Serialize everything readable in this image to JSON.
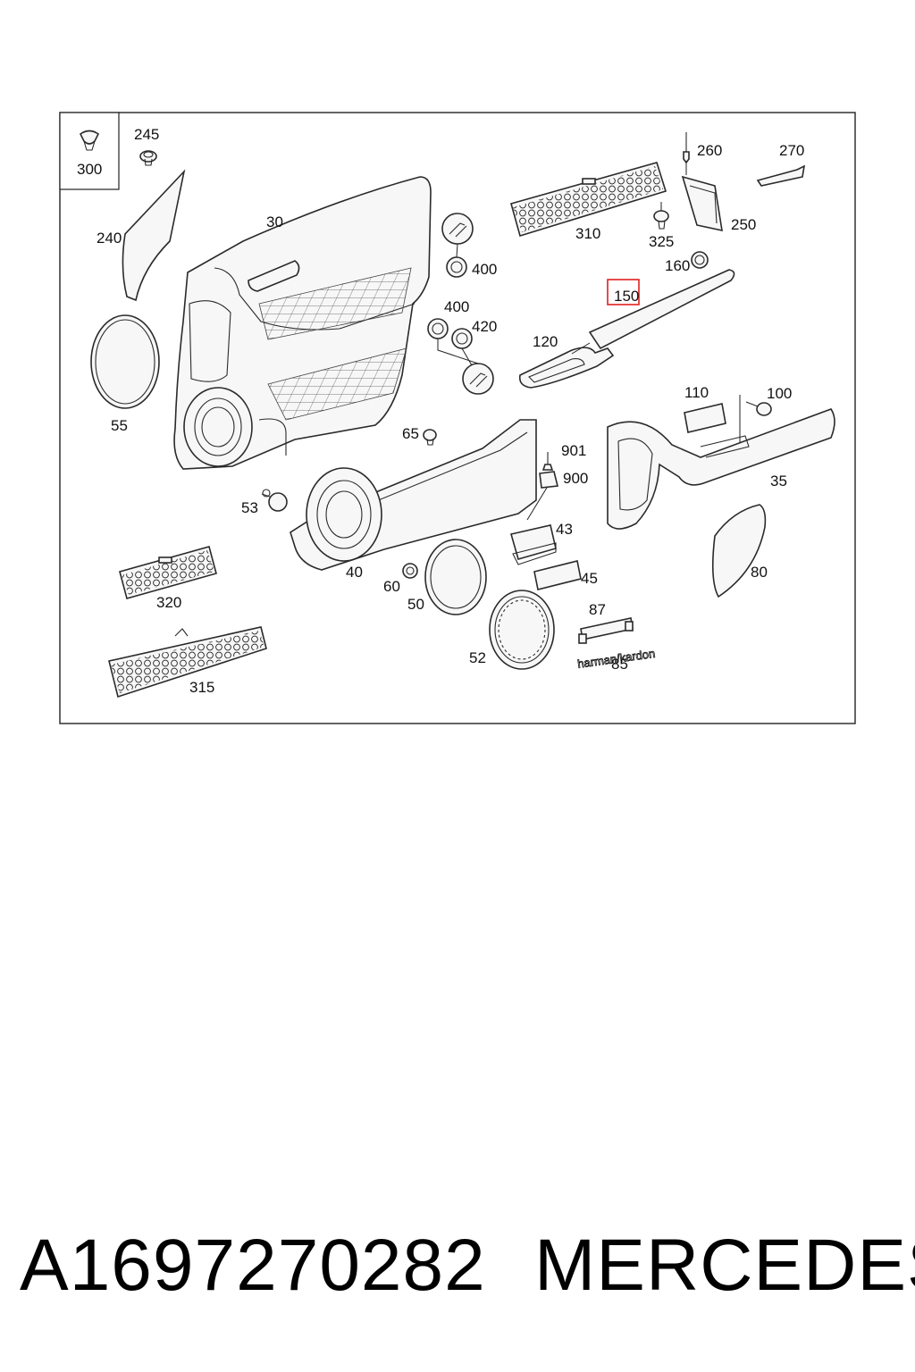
{
  "highlight_color": "#e02020",
  "callouts": {
    "c300": "300",
    "c245": "245",
    "c240": "240",
    "c30": "30",
    "c55": "55",
    "c400a": "400",
    "c400b": "400",
    "c420": "420",
    "c65": "65",
    "c53": "53",
    "c310": "310",
    "c325": "325",
    "c260": "260",
    "c270": "270",
    "c250": "250",
    "c160": "160",
    "c150": "150",
    "c120": "120",
    "c110": "110",
    "c100": "100",
    "c35": "35",
    "c901": "901",
    "c900": "900",
    "c43": "43",
    "c45": "45",
    "c40": "40",
    "c60": "60",
    "c50": "50",
    "c52": "52",
    "c87": "87",
    "c85": "85",
    "c80": "80",
    "c320": "320",
    "c315": "315"
  },
  "badge_text": "harman/kardon",
  "footer": {
    "part_number": "A1697270282",
    "brand": "MERCEDES"
  }
}
